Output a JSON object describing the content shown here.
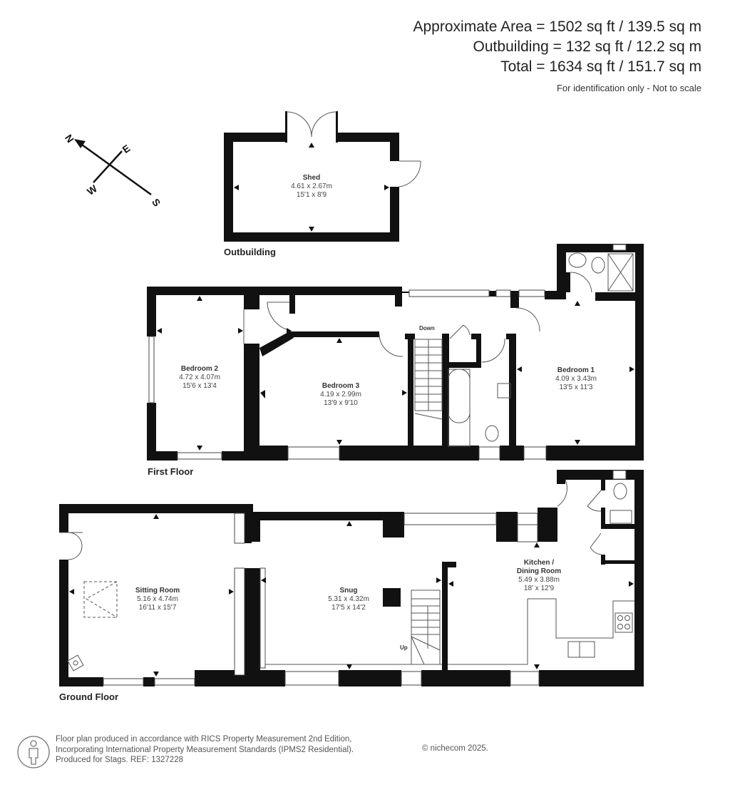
{
  "header": {
    "approximate_area": "Approximate Area = 1502 sq ft / 139.5 sq m",
    "outbuilding_area": "Outbuilding = 132 sq ft / 12.2 sq m",
    "total_area": "Total = 1634 sq ft / 151.7 sq m",
    "note": "For identification only - Not to scale"
  },
  "compass": {
    "north": "N",
    "east": "E",
    "south": "S",
    "west": "W"
  },
  "floors": {
    "outbuilding": {
      "label": "Outbuilding",
      "rooms": [
        {
          "name": "Shed",
          "metric": "4.61 x 2.67m",
          "imperial": "15'1 x 8'9"
        }
      ]
    },
    "first_floor": {
      "label": "First Floor",
      "stairs_label": "Down",
      "rooms": [
        {
          "name": "Bedroom 2",
          "metric": "4.72 x 4.07m",
          "imperial": "15'6 x 13'4"
        },
        {
          "name": "Bedroom 3",
          "metric": "4.19 x 2.99m",
          "imperial": "13'9 x 9'10"
        },
        {
          "name": "Bedroom 1",
          "metric": "4.09 x 3.43m",
          "imperial": "13'5 x 11'3"
        }
      ]
    },
    "ground_floor": {
      "label": "Ground Floor",
      "stairs_label": "Up",
      "rooms": [
        {
          "name": "Sitting Room",
          "metric": "5.16 x 4.74m",
          "imperial": "16'11 x 15'7"
        },
        {
          "name": "Snug",
          "metric": "5.31 x 4.32m",
          "imperial": "17'5 x 14'2"
        },
        {
          "name": "Kitchen /",
          "name2": "Dining Room",
          "metric": "5.49 x 3.88m",
          "imperial": "18' x 12'9"
        }
      ]
    }
  },
  "footer": {
    "line1": "Floor plan produced in accordance with RICS Property Measurement 2nd Edition,",
    "line2": "Incorporating International Property Measurement Standards (IPMS2 Residential).",
    "line3": "Produced for Stags.   REF: 1327228",
    "copyright": "© nichecom 2025."
  },
  "colors": {
    "wall": "#111111",
    "text": "#333333",
    "background": "#ffffff"
  }
}
